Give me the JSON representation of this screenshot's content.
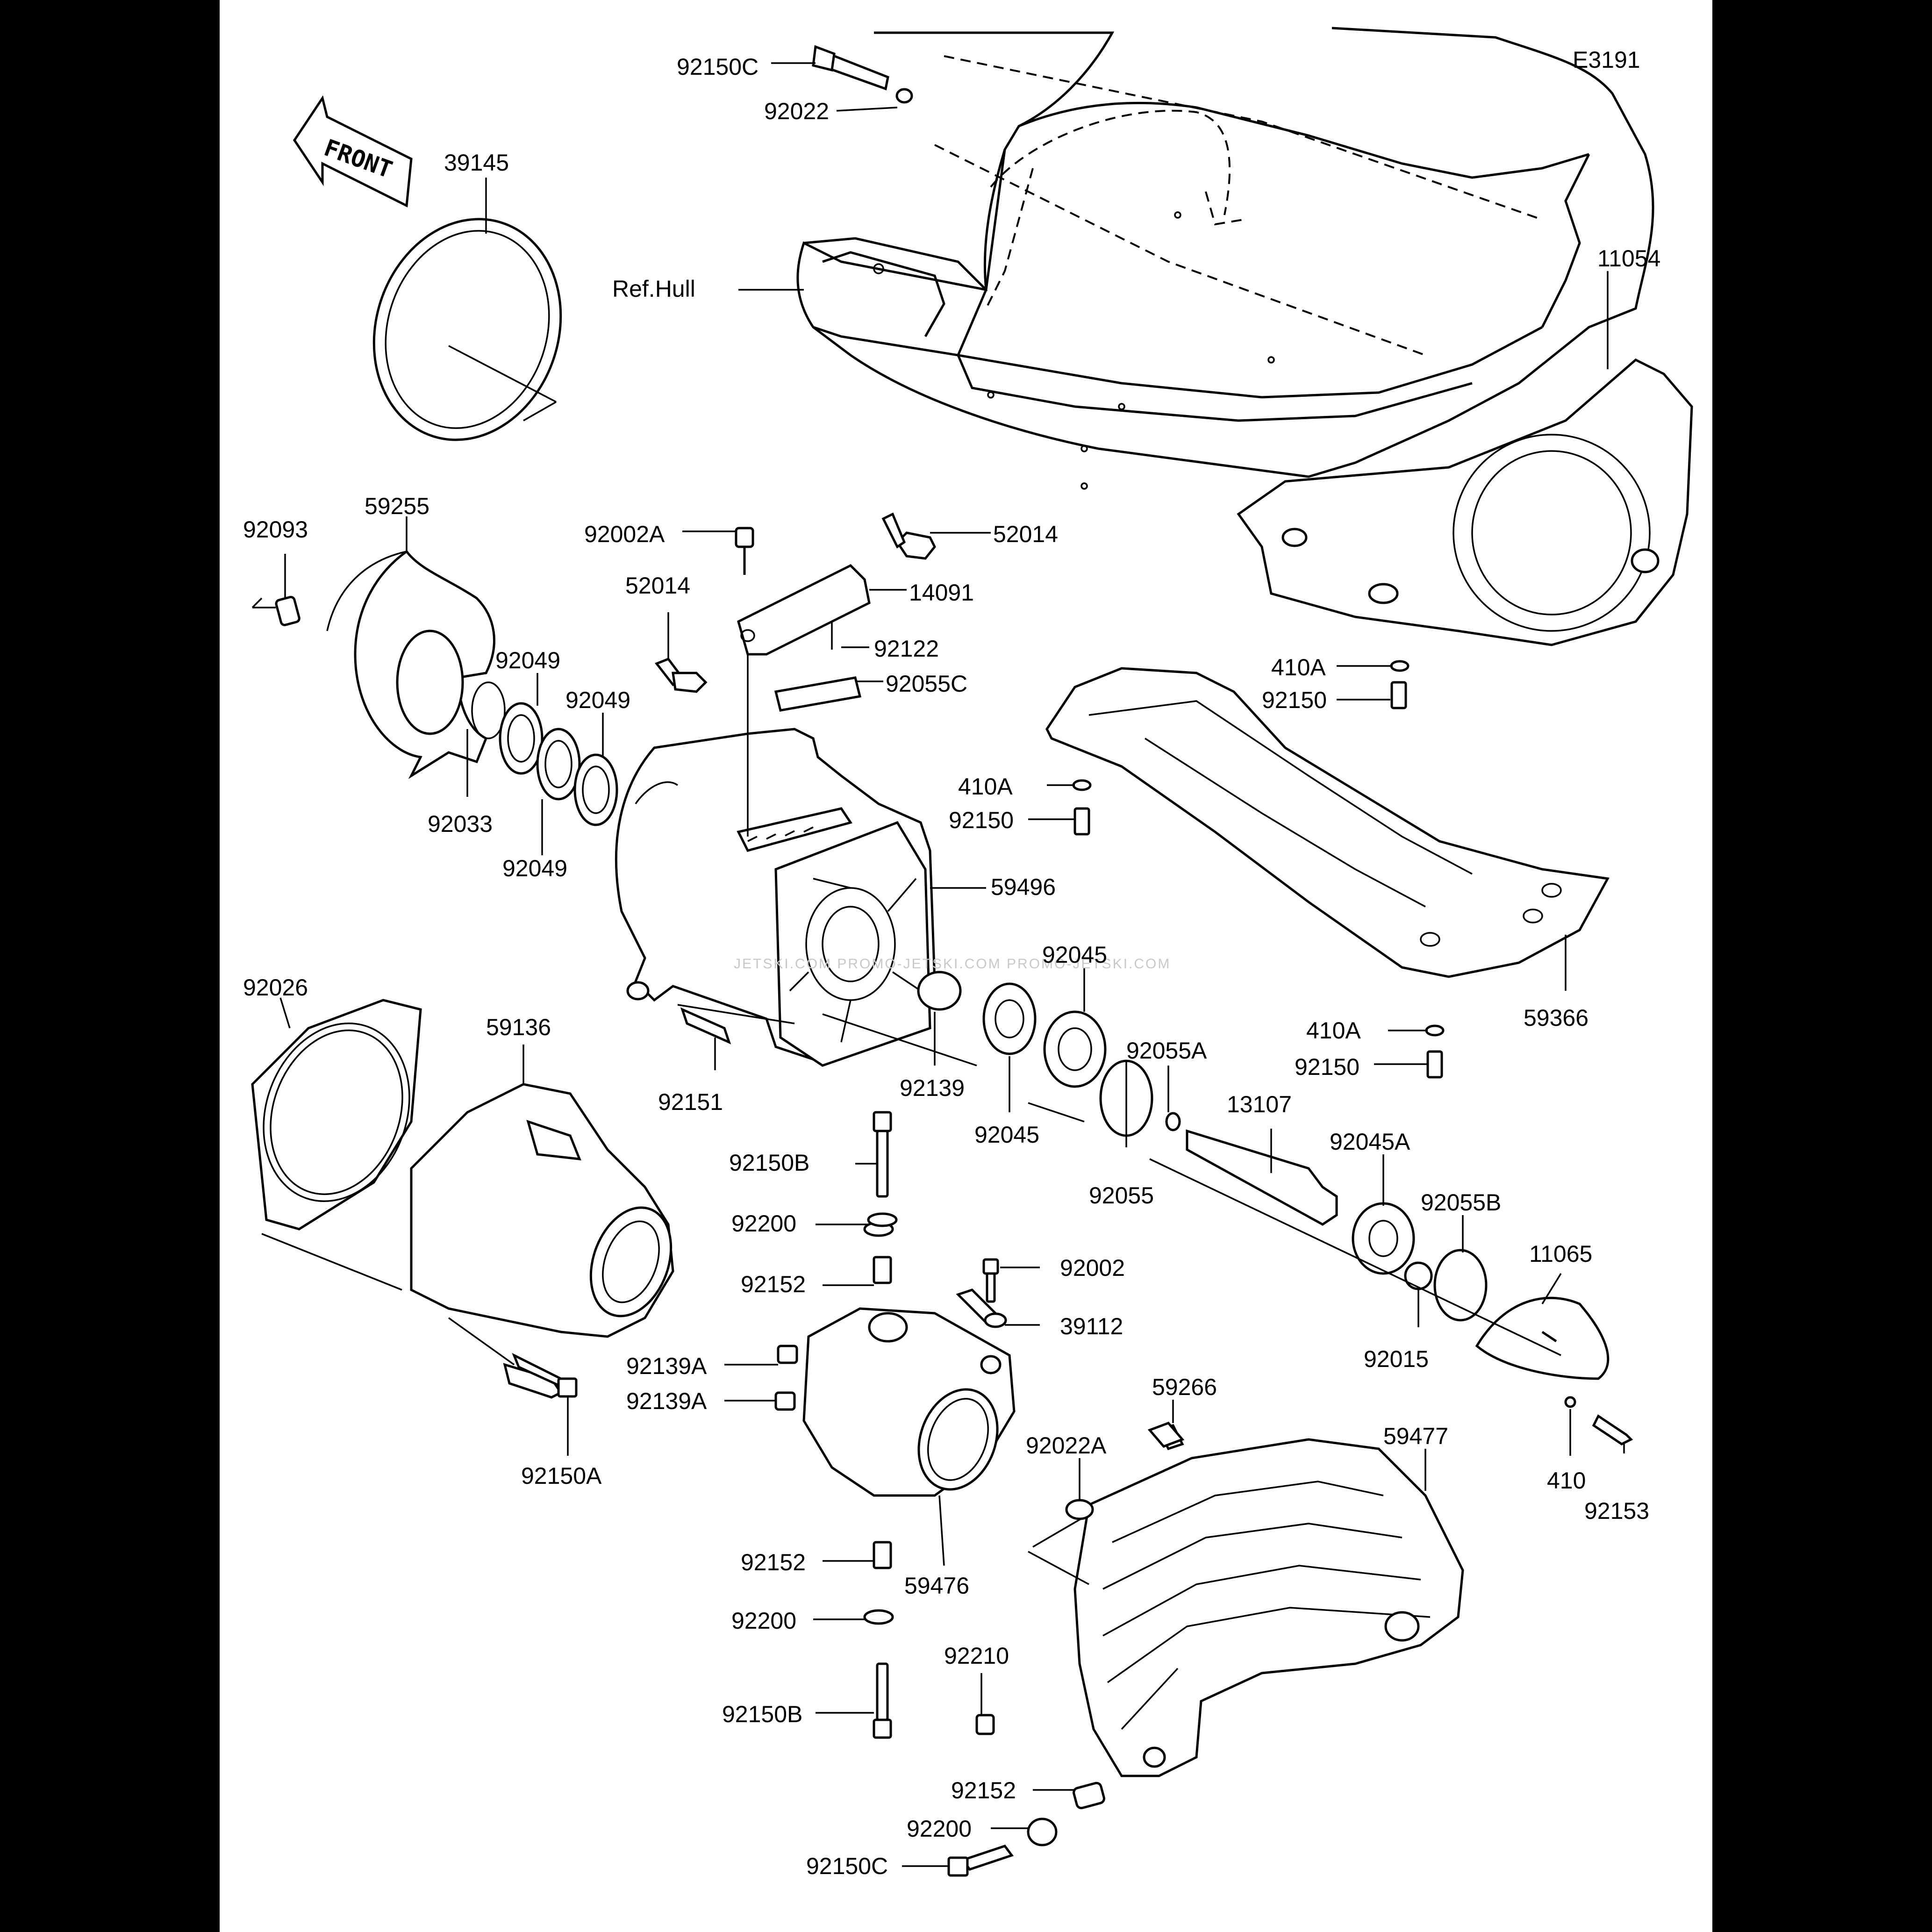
{
  "diagram": {
    "code": "E3191",
    "front_label": "FRONT",
    "ref_label": "Ref.Hull",
    "watermark": "JETSKI.COM   PROMO-JETSKI.COM   PROMO-JETSKI.COM"
  },
  "parts": [
    {
      "id": "p1",
      "text": "92150C"
    },
    {
      "id": "p2",
      "text": "92022"
    },
    {
      "id": "p3",
      "text": "39145"
    },
    {
      "id": "p4",
      "text": "11054"
    },
    {
      "id": "p5",
      "text": "92093"
    },
    {
      "id": "p6",
      "text": "59255"
    },
    {
      "id": "p7",
      "text": "92002A"
    },
    {
      "id": "p8",
      "text": "52014"
    },
    {
      "id": "p9",
      "text": "52014"
    },
    {
      "id": "p10",
      "text": "14091"
    },
    {
      "id": "p11",
      "text": "92122"
    },
    {
      "id": "p12",
      "text": "92055C"
    },
    {
      "id": "p13",
      "text": "92049"
    },
    {
      "id": "p14",
      "text": "92049"
    },
    {
      "id": "p15",
      "text": "92033"
    },
    {
      "id": "p16",
      "text": "92049"
    },
    {
      "id": "p17",
      "text": "410A"
    },
    {
      "id": "p18",
      "text": "92150"
    },
    {
      "id": "p19",
      "text": "410A"
    },
    {
      "id": "p20",
      "text": "92150"
    },
    {
      "id": "p21",
      "text": "59496"
    },
    {
      "id": "p22",
      "text": "92026"
    },
    {
      "id": "p23",
      "text": "59136"
    },
    {
      "id": "p24",
      "text": "92045"
    },
    {
      "id": "p25",
      "text": "92151"
    },
    {
      "id": "p26",
      "text": "92139"
    },
    {
      "id": "p27",
      "text": "92045"
    },
    {
      "id": "p28",
      "text": "92055A"
    },
    {
      "id": "p29",
      "text": "410A"
    },
    {
      "id": "p30",
      "text": "92150"
    },
    {
      "id": "p31",
      "text": "59366"
    },
    {
      "id": "p32",
      "text": "13107"
    },
    {
      "id": "p33",
      "text": "92150B"
    },
    {
      "id": "p34",
      "text": "92055"
    },
    {
      "id": "p35",
      "text": "92045A"
    },
    {
      "id": "p36",
      "text": "92200"
    },
    {
      "id": "p37",
      "text": "92055B"
    },
    {
      "id": "p38",
      "text": "92152"
    },
    {
      "id": "p39",
      "text": "92002"
    },
    {
      "id": "p40",
      "text": "11065"
    },
    {
      "id": "p41",
      "text": "39112"
    },
    {
      "id": "p42",
      "text": "92139A"
    },
    {
      "id": "p43",
      "text": "92015"
    },
    {
      "id": "p44",
      "text": "92139A"
    },
    {
      "id": "p45",
      "text": "59266"
    },
    {
      "id": "p46",
      "text": "59477"
    },
    {
      "id": "p47",
      "text": "92022A"
    },
    {
      "id": "p48",
      "text": "92150A"
    },
    {
      "id": "p49",
      "text": "410"
    },
    {
      "id": "p50",
      "text": "92153"
    },
    {
      "id": "p51",
      "text": "92152"
    },
    {
      "id": "p52",
      "text": "59476"
    },
    {
      "id": "p53",
      "text": "92200"
    },
    {
      "id": "p54",
      "text": "92210"
    },
    {
      "id": "p55",
      "text": "92150B"
    },
    {
      "id": "p56",
      "text": "92152"
    },
    {
      "id": "p57",
      "text": "92200"
    },
    {
      "id": "p58",
      "text": "92150C"
    }
  ]
}
